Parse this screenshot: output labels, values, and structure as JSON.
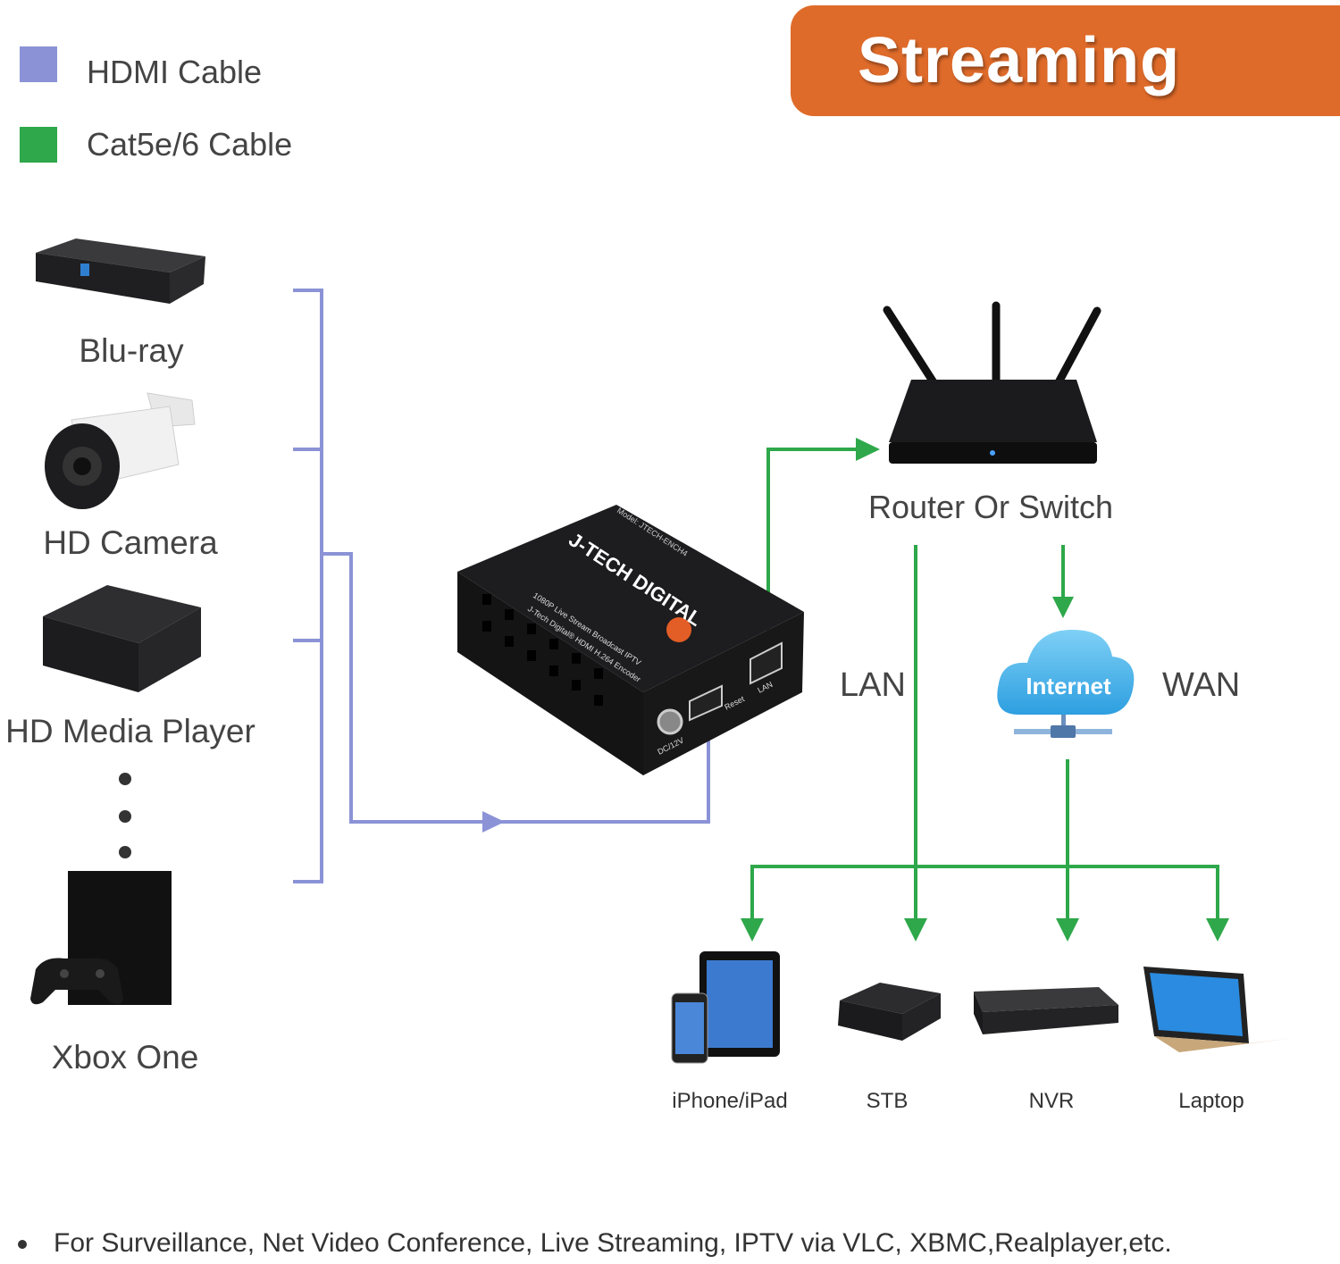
{
  "legend": {
    "hdmi_label": "HDMI Cable",
    "cat_label": "Cat5e/6 Cable",
    "hdmi_color": "#8b93d6",
    "cat_color": "#2ea84a"
  },
  "banner": {
    "title": "Streaming",
    "color": "#df6b2a"
  },
  "sources": [
    {
      "label": "Blu-ray",
      "icon": "bluray-player-icon"
    },
    {
      "label": "HD Camera",
      "icon": "security-camera-icon"
    },
    {
      "label": "HD Media Player",
      "icon": "media-player-icon"
    },
    {
      "label": "Xbox One",
      "icon": "xbox-console-icon"
    }
  ],
  "encoder": {
    "brand": "J-TECH DIGITAL",
    "model": "Model: JTECH-ENCH4",
    "desc1": "J-Tech Digital® HDMI H.264 Encoder",
    "desc2": "1080P Live Stream Broadcast IPTV",
    "port_dc": "DC/12V",
    "port_reset": "Reset",
    "port_lan": "LAN"
  },
  "network": {
    "router_label": "Router Or Switch",
    "lan_label": "LAN",
    "wan_label": "WAN",
    "internet_label": "Internet"
  },
  "devices": [
    {
      "label": "iPhone/iPad",
      "icon": "tablet-phone-icon"
    },
    {
      "label": "STB",
      "icon": "set-top-box-icon"
    },
    {
      "label": "NVR",
      "icon": "nvr-recorder-icon"
    },
    {
      "label": "Laptop",
      "icon": "laptop-icon"
    }
  ],
  "footer": {
    "text": "For Surveillance, Net Video Conference, Live Streaming, IPTV via VLC, XBMC,Realplayer,etc."
  }
}
